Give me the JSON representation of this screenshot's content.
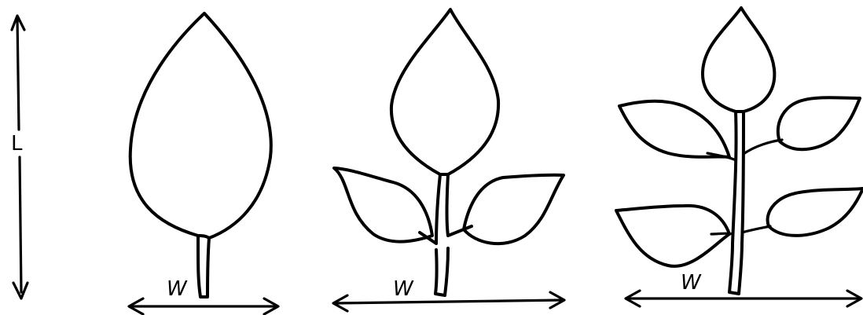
{
  "labels": {
    "length": "L",
    "width_1": "W",
    "width_2": "W",
    "width_3": "W"
  },
  "ink_color": "#000000",
  "background_color": "#ffffff"
}
